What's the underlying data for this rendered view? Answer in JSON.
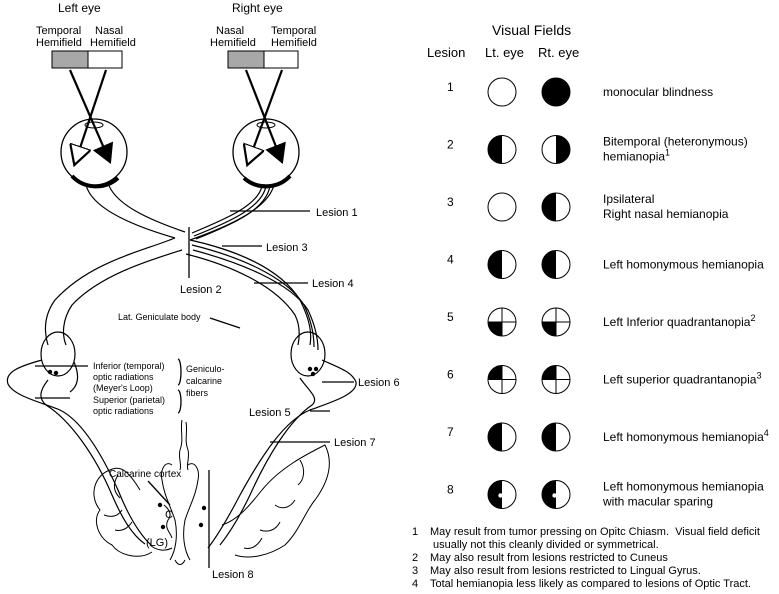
{
  "left_eye": {
    "title": "Left eye",
    "temporal": [
      "Temporal",
      "Hemifield"
    ],
    "nasal": [
      "Nasal",
      "Hemifield"
    ]
  },
  "right_eye": {
    "title": "Right eye",
    "nasal": [
      "Nasal",
      "Hemifield"
    ],
    "temporal": [
      "Temporal",
      "Hemifield"
    ]
  },
  "pathway_labels": {
    "lesion1": "Lesion 1",
    "lesion2": "Lesion 2",
    "lesion3": "Lesion 3",
    "lesion4": "Lesion 4",
    "lesion5": "Lesion 5",
    "lesion6": "Lesion 6",
    "lesion7": "Lesion 7",
    "lesion8": "Lesion 8",
    "lgn": "Lat. Geniculate body",
    "inferior_radiations": [
      "Inferior (temporal)",
      "optic radiations",
      "(Meyer's Loop)"
    ],
    "superior_radiations": [
      "Superior (parietal)",
      "optic radiations"
    ],
    "geniculo": [
      "Geniculo-",
      "calcarine",
      "fibers"
    ],
    "calcarine_cortex": "Calcarine cortex",
    "cuneus_mark": "C",
    "lingual_mark": "(LG)"
  },
  "visual_fields": {
    "title": "Visual Fields",
    "col_lesion": "Lesion",
    "col_left": "Lt. eye",
    "col_right": "Rt. eye",
    "rows": [
      {
        "num": "1",
        "left": "clear",
        "right": "full",
        "desc": [
          "monocular blindness"
        ],
        "sup": ""
      },
      {
        "num": "2",
        "left": "left-half",
        "right": "right-half",
        "desc": [
          "Bitemporal (heteronymous)",
          "hemianopia"
        ],
        "sup": "1"
      },
      {
        "num": "3",
        "left": "clear",
        "right": "left-half",
        "desc": [
          "Ipsilateral",
          "Right nasal hemianopia"
        ],
        "sup": ""
      },
      {
        "num": "4",
        "left": "left-half",
        "right": "left-half",
        "desc": [
          "Left homonymous hemianopia"
        ],
        "sup": ""
      },
      {
        "num": "5",
        "left": "lower-left",
        "right": "lower-left",
        "desc": [
          "Left Inferior quadrantanopia"
        ],
        "sup": "2"
      },
      {
        "num": "6",
        "left": "upper-left",
        "right": "upper-left",
        "desc": [
          "Left superior quadrantanopia"
        ],
        "sup": "3"
      },
      {
        "num": "7",
        "left": "left-half",
        "right": "left-half",
        "desc": [
          "Left homonymous hemianopia"
        ],
        "sup": "4"
      },
      {
        "num": "8",
        "left": "left-half-sparing",
        "right": "left-half-sparing",
        "desc": [
          "Left homonymous hemianopia",
          "with macular sparing"
        ],
        "sup": ""
      }
    ]
  },
  "footnotes": [
    {
      "num": "1",
      "lines": [
        "May result from tumor pressing on Opitc Chiasm.  Visual field deficit",
        " usually not this cleanly divided or symmetrical."
      ]
    },
    {
      "num": "2",
      "lines": [
        "May also result from lesions restricted to Cuneus"
      ]
    },
    {
      "num": "3",
      "lines": [
        "May also result from lesions restricted to Lingual Gyrus."
      ]
    },
    {
      "num": "4",
      "lines": [
        "Total hemianopia less likely as compared to lesions of Optic Tract."
      ]
    }
  ]
}
